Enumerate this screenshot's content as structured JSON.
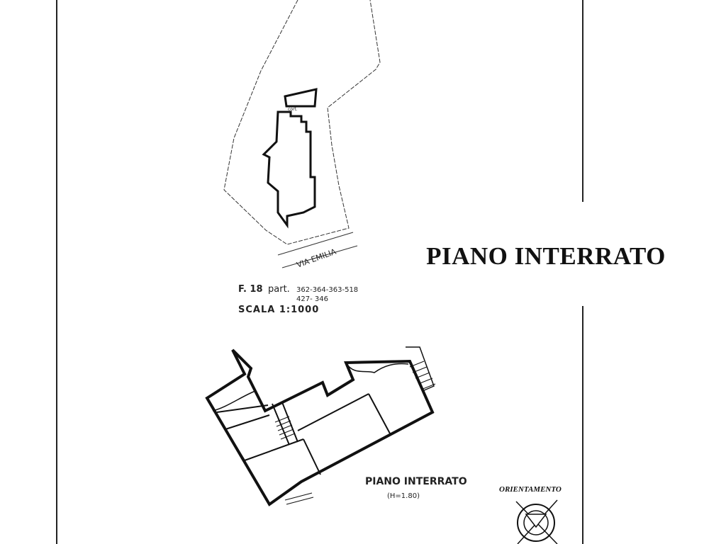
{
  "main_title": "PIANO INTERRATO",
  "site_plan": {
    "street_label": "VIA EMILIA",
    "small_label": "cort.",
    "sheet_ref": "F. 18",
    "parcel_prefix": "part.",
    "parcels_line1": "362-364-363-518",
    "parcels_line2": "427- 346",
    "scale": "SCALA 1:1000"
  },
  "floor_plan": {
    "label": "PIANO INTERRATO",
    "height_note": "(H=1.80)"
  },
  "orientation": {
    "label": "ORIENTAMENTO"
  }
}
